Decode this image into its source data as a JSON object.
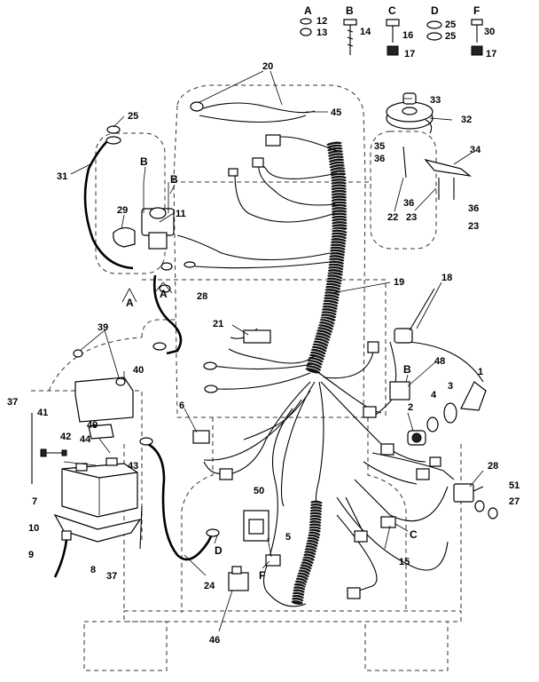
{
  "hardware_key": [
    {
      "letter": "A",
      "parts": [
        "12",
        "13"
      ]
    },
    {
      "letter": "B",
      "parts": [
        "14"
      ]
    },
    {
      "letter": "C",
      "parts": [
        "16",
        "17"
      ]
    },
    {
      "letter": "D",
      "parts": [
        "25",
        "25"
      ]
    },
    {
      "letter": "F",
      "parts": [
        "30",
        "17"
      ]
    }
  ],
  "callouts": [
    "20",
    "45",
    "33",
    "32",
    "25",
    "35",
    "36",
    "34",
    "31",
    "29",
    "11",
    "22",
    "23",
    "36",
    "36",
    "23",
    "28",
    "19",
    "18",
    "21",
    "39",
    "40",
    "48",
    "1",
    "3",
    "4",
    "2",
    "37",
    "41",
    "49",
    "42",
    "44",
    "43",
    "6",
    "7",
    "28",
    "51",
    "27",
    "10",
    "9",
    "8",
    "37",
    "50",
    "5",
    "15",
    "24",
    "46"
  ],
  "reference_letters": [
    "B",
    "B",
    "A",
    "A",
    "B",
    "D",
    "F",
    "C"
  ]
}
